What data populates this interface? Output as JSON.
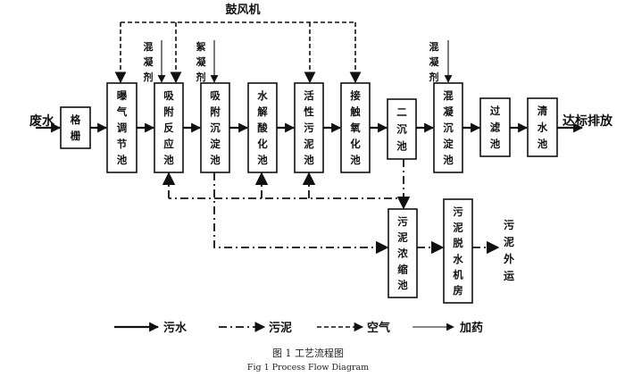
{
  "title": "鼓风机",
  "inlet_label": "废水",
  "outlet_label": "达标排放",
  "sludge_out_label": "污泥外运",
  "units": [
    {
      "id": "screen",
      "label": "格栅"
    },
    {
      "id": "aeration_equalization",
      "label": "曝气调节池"
    },
    {
      "id": "adsorption_reaction",
      "label": "吸附反应池"
    },
    {
      "id": "adsorption_sedimentation",
      "label": "吸附沉淀池"
    },
    {
      "id": "hydrolysis_acidification",
      "label": "水解酸化池"
    },
    {
      "id": "activated_sludge",
      "label": "活性污泥池"
    },
    {
      "id": "contact_oxidation",
      "label": "接触氧化池"
    },
    {
      "id": "secondary_clarifier",
      "label": "二沉池"
    },
    {
      "id": "coagulation_sedimentation",
      "label": "混凝沉淀池"
    },
    {
      "id": "filter",
      "label": "过滤池"
    },
    {
      "id": "clear_water",
      "label": "清水池"
    },
    {
      "id": "sludge_thickener",
      "label": "污泥浓缩池"
    },
    {
      "id": "sludge_dewatering",
      "label": "污泥脱水机房"
    }
  ],
  "chemicals": [
    {
      "label": "混凝剂",
      "target": "adsorption_reaction"
    },
    {
      "label": "絮凝剂",
      "target": "adsorption_sedimentation"
    },
    {
      "label": "混凝剂",
      "target": "coagulation_sedimentation"
    }
  ],
  "flows": {
    "water": [
      [
        "inlet",
        "screen"
      ],
      [
        "screen",
        "aeration_equalization"
      ],
      [
        "aeration_equalization",
        "adsorption_reaction"
      ],
      [
        "adsorption_reaction",
        "adsorption_sedimentation"
      ],
      [
        "adsorption_sedimentation",
        "hydrolysis_acidification"
      ],
      [
        "hydrolysis_acidification",
        "activated_sludge"
      ],
      [
        "activated_sludge",
        "contact_oxidation"
      ],
      [
        "contact_oxidation",
        "secondary_clarifier"
      ],
      [
        "secondary_clarifier",
        "coagulation_sedimentation"
      ],
      [
        "coagulation_sedimentation",
        "filter"
      ],
      [
        "filter",
        "clear_water"
      ],
      [
        "clear_water",
        "outlet"
      ]
    ],
    "sludge": [
      [
        "secondary_clarifier",
        "sludge_thickener"
      ],
      [
        "secondary_clarifier",
        "adsorption_reaction"
      ],
      [
        "secondary_clarifier",
        "hydrolysis_acidification"
      ],
      [
        "secondary_clarifier",
        "activated_sludge"
      ],
      [
        "adsorption_sedimentation",
        "sludge_thickener"
      ],
      [
        "sludge_thickener",
        "sludge_dewatering"
      ],
      [
        "sludge_dewatering",
        "sludge_out"
      ]
    ],
    "air": [
      [
        "blower",
        "aeration_equalization"
      ],
      [
        "blower",
        "adsorption_reaction"
      ],
      [
        "blower",
        "activated_sludge"
      ],
      [
        "blower",
        "contact_oxidation"
      ]
    ]
  },
  "legend": [
    {
      "type": "water",
      "label": "污水"
    },
    {
      "type": "sludge",
      "label": "污泥"
    },
    {
      "type": "air",
      "label": "空气"
    },
    {
      "type": "dose",
      "label": "加药"
    }
  ],
  "caption": {
    "cn": "图 1  工艺流程图",
    "en": "Fig 1 Process Flow Diagram"
  }
}
